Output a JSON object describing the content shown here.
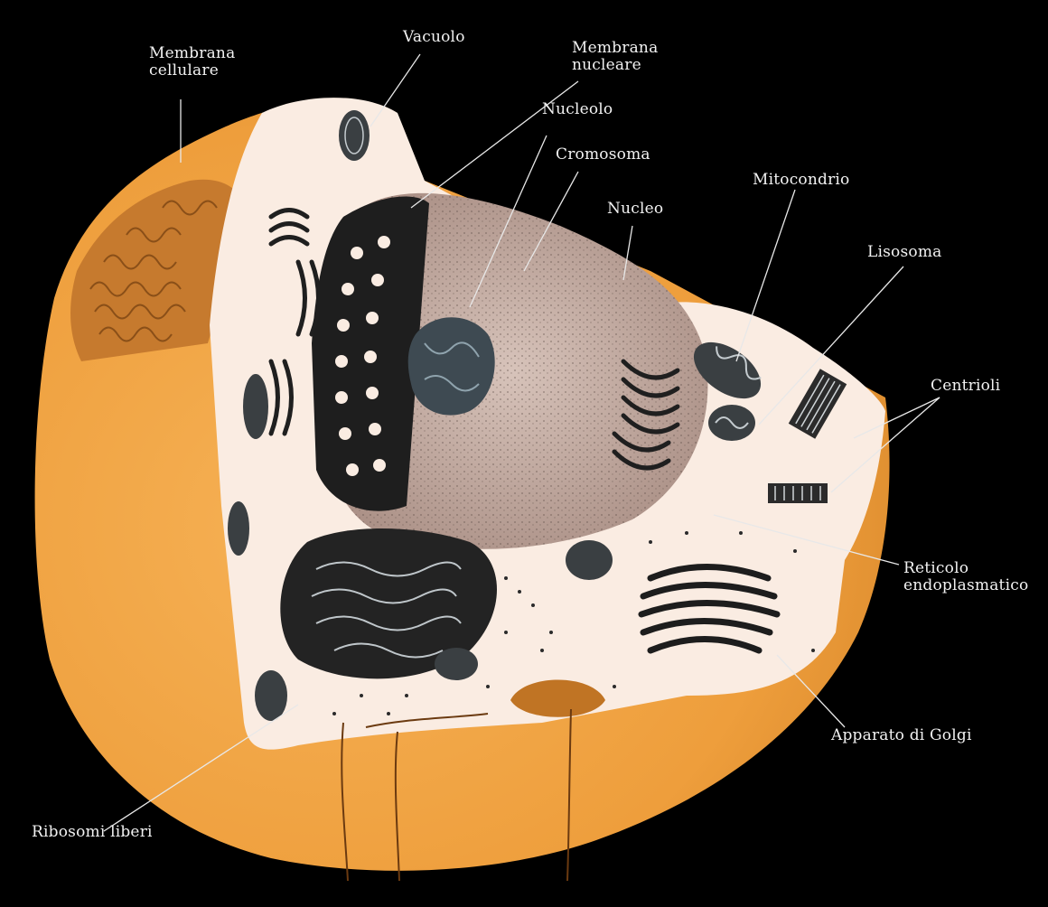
{
  "diagram": {
    "labels": {
      "membrana_cellulare": "Membrana\ncellulare",
      "vacuolo": "Vacuolo",
      "membrana_nucleare": "Membrana\nnucleare",
      "nucleolo": "Nucleolo",
      "cromosoma": "Cromosoma",
      "nucleo": "Nucleo",
      "mitocondrio": "Mitocondrio",
      "lisosoma": "Lisosoma",
      "centrioli": "Centrioli",
      "reticolo_endoplasmatico": "Reticolo\nendoplasmatico",
      "apparato_di_golgi": "Apparato di Golgi",
      "ribosomi_liberi": "Ribosomi liberi"
    },
    "colors": {
      "background": "#000000",
      "cell_outer": "#F0A040",
      "cell_outer_shade": "#D8872A",
      "cytoplasm": "#FAECE2",
      "nucleus": "#C9B0A6",
      "membrane_surface": "#C67A2E",
      "organelle": "#2A2A2A",
      "label": "#F2F2F2"
    }
  }
}
